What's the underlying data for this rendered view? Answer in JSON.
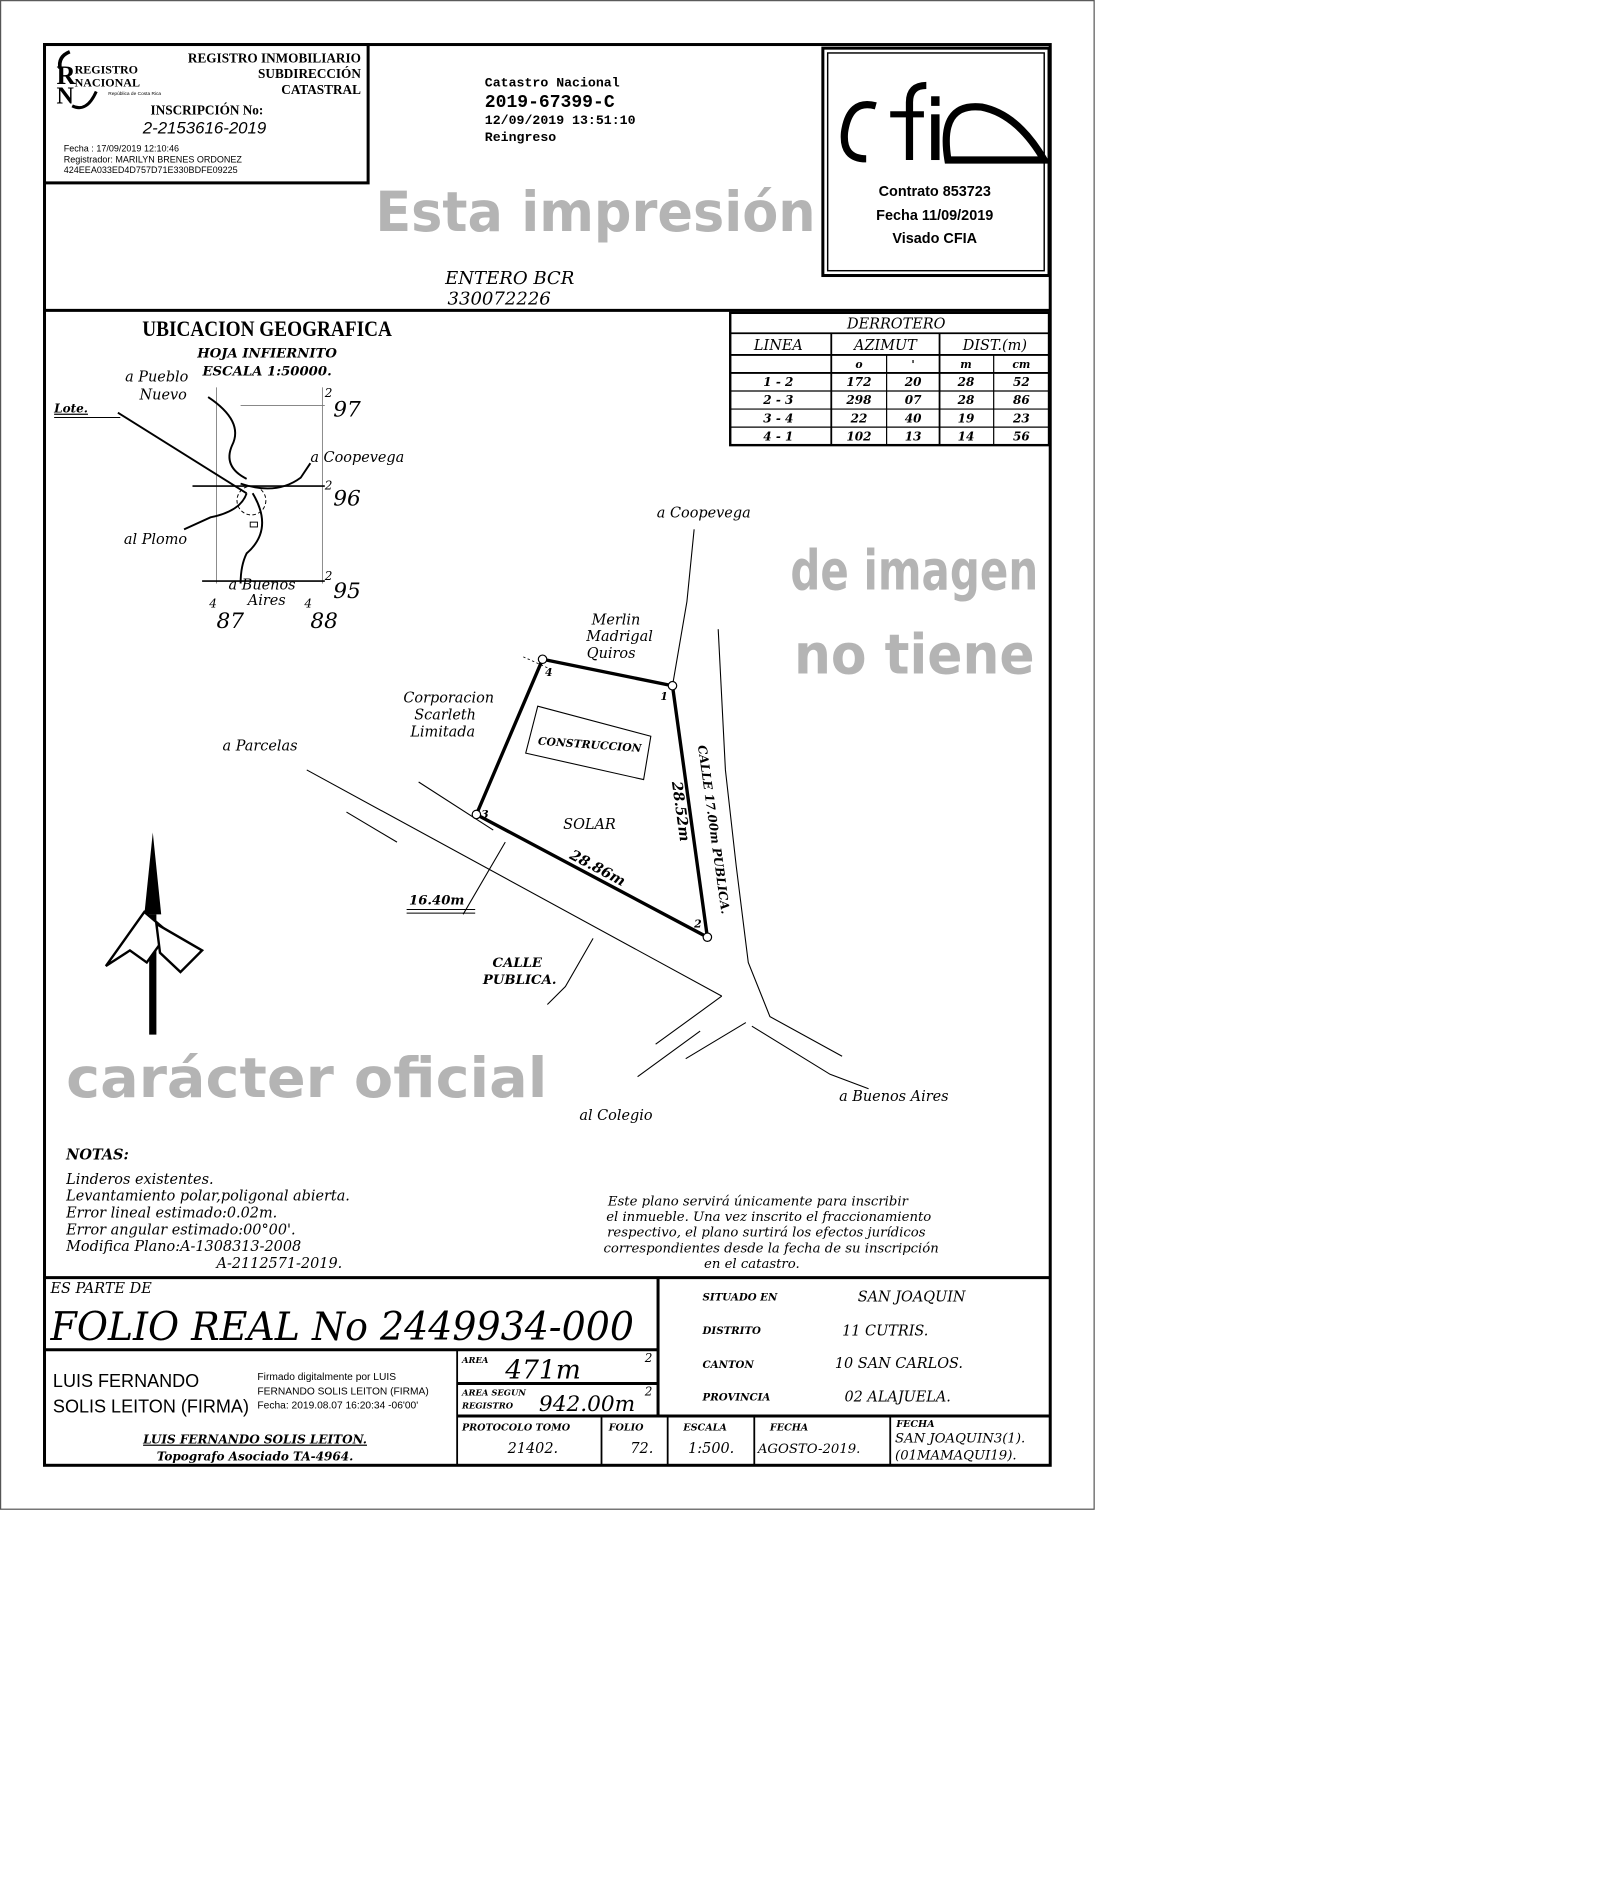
{
  "registro": {
    "logo_text": [
      "REGISTRO",
      "NACIONAL",
      "República de Costa Rica"
    ],
    "title_lines": [
      "REGISTRO INMOBILIARIO",
      "SUBDIRECCIÓN",
      "CATASTRAL"
    ],
    "inscripcion_label": "INSCRIPCIÓN No:",
    "inscripcion_number": "2-2153616-2019",
    "fecha": "Fecha       : 17/09/2019 12:10:46",
    "registrador": "Registrador: MARILYN BRENES ORDONEZ",
    "hash": "424EEA033ED4D757D71E330BDFE09225"
  },
  "catastro": {
    "label": "Catastro Nacional",
    "number": "2019-67399-C",
    "datetime": "12/09/2019 13:51:10",
    "status": "Reingreso"
  },
  "cfia": {
    "logo": "cfia",
    "contrato": "Contrato 853723",
    "fecha": "Fecha 11/09/2019",
    "visado": "Visado CFIA"
  },
  "entero": {
    "label": "ENTERO BCR",
    "number": "330072226"
  },
  "ubicacion": {
    "title": "UBICACION GEOGRAFICA",
    "hoja": "HOJA INFIERNITO",
    "escala": "ESCALA 1:50000.",
    "labels": {
      "pueblo1": "a Pueblo",
      "pueblo2": "Nuevo",
      "lote": "Lote.",
      "coopevega": "a Coopevega",
      "plomo": "al Plomo",
      "buenos1": "a Buenos",
      "buenos2": "Aires",
      "n97": "97",
      "n96": "96",
      "n95": "95",
      "e87": "87",
      "e88": "88",
      "sup2": "2",
      "sup4": "4"
    }
  },
  "derrotero": {
    "title": "DERROTERO",
    "headers": {
      "linea": "LINEA",
      "azimut": "AZIMUT",
      "dist": "DIST.(m)"
    },
    "subheaders": [
      "o",
      "'",
      "m",
      "cm"
    ],
    "rows": [
      {
        "linea": "1 - 2",
        "deg": "172",
        "min": "20",
        "m": "28",
        "cm": "52"
      },
      {
        "linea": "2 - 3",
        "deg": "298",
        "min": "07",
        "m": "28",
        "cm": "86"
      },
      {
        "linea": "3 - 4",
        "deg": "22",
        "min": "40",
        "m": "19",
        "cm": "23"
      },
      {
        "linea": "4 - 1",
        "deg": "102",
        "min": "13",
        "m": "14",
        "cm": "56"
      }
    ]
  },
  "plano": {
    "coopevega": "a Coopevega",
    "merlin": [
      "Merlin",
      "Madrigal",
      "Quiros"
    ],
    "corporacion": [
      "Corporacion",
      "Scarleth",
      "Limitada"
    ],
    "parcelas": "a Parcelas",
    "construccion": "CONSTRUCCION",
    "solar": "SOLAR",
    "dist_1_2": "28.52m",
    "dist_2_3": "28.86m",
    "calle_este": "CALLE 17.00m PUBLICA.",
    "ancho": "16.40m",
    "calle_publica": [
      "CALLE",
      "PUBLICA."
    ],
    "colegio": "al Colegio",
    "buenos_aires": "a Buenos Aires",
    "vertices": [
      "1",
      "2",
      "3",
      "4"
    ]
  },
  "watermark": [
    "Esta impresión",
    "de imagen",
    "no tiene",
    "carácter oficial"
  ],
  "notas": {
    "title": "NOTAS:",
    "lines": [
      "Linderos existentes.",
      "Levantamiento polar,poligonal abierta.",
      "Error lineal estimado:0.02m.",
      "Error angular estimado:00°00'.",
      "Modifica Plano:A-1308313-2008",
      "A-2112571-2019."
    ]
  },
  "disclaimer": [
    "Este plano servirá únicamente para inscribir",
    "el inmueble. Una vez inscrito el fraccionamiento",
    "respectivo, el plano surtirá los efectos jurídicos",
    "correspondientes desde la fecha de su inscripción",
    "en el catastro."
  ],
  "folio": {
    "es_parte": "ES PARTE DE",
    "folio_real": "FOLIO REAL No 2449934-000"
  },
  "firma": {
    "name1": "LUIS FERNANDO",
    "name2": "SOLIS LEITON (FIRMA)",
    "digital1": "Firmado digitalmente por LUIS",
    "digital2": "FERNANDO SOLIS LEITON (FIRMA)",
    "digital3": "Fecha: 2019.08.07 16:20:34 -06'00'",
    "topografo": "LUIS FERNANDO SOLIS LEITON.",
    "cargo": "Topografo Asociado TA-4964."
  },
  "area": {
    "label": "AREA",
    "value": "471m",
    "sup": "2",
    "registro_label1": "AREA SEGUN",
    "registro_label2": "REGISTRO",
    "registro_value": "942.00m"
  },
  "situacion": {
    "situado_label": "SITUADO EN",
    "situado": "SAN JOAQUIN",
    "distrito_label": "DISTRITO",
    "distrito": "11 CUTRIS.",
    "canton_label": "CANTON",
    "canton": "10 SAN CARLOS.",
    "provincia_label": "PROVINCIA",
    "provincia": "02 ALAJUELA."
  },
  "bottom": {
    "protocolo_label": "PROTOCOLO TOMO",
    "protocolo": "21402.",
    "folio_label": "FOLIO",
    "folio": "72.",
    "escala_label": "ESCALA",
    "escala": "1:500.",
    "fecha_label": "FECHA",
    "fecha": "AGOSTO-2019.",
    "archivo_label": "FECHA",
    "archivo1": "SAN JOAQUIN3(1).",
    "archivo2": "(01MAMAQUI19)."
  }
}
